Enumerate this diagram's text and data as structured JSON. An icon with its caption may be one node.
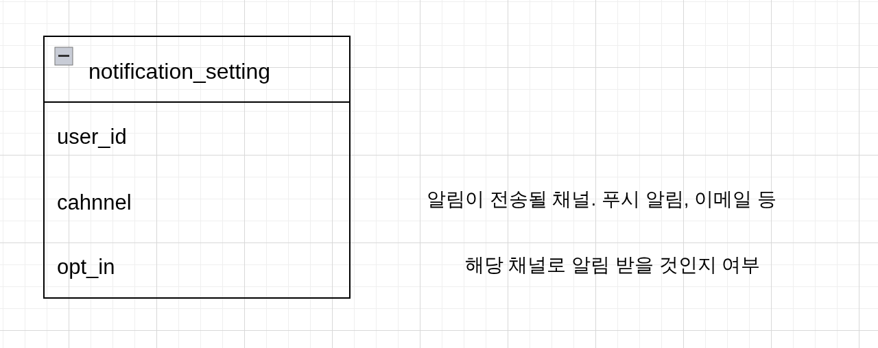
{
  "diagram": {
    "nodes": [
      {
        "text": [
          "notification_setting",
          "user_id",
          "cahnnel",
          "opt_in"
        ]
      }
    ],
    "labels": [
      "알림이 전송될 채널. 푸시 알림, 이메일 등",
      "해당 채널로 알림 받을 것인지 여부"
    ]
  }
}
